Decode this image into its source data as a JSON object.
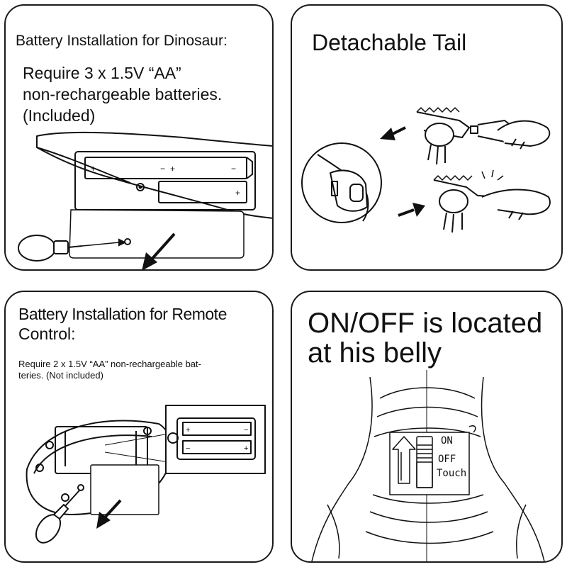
{
  "dinosaur_panel": {
    "title": "Battery Installation for Dinosaur:",
    "line1": "Require 3 x 1.5V “AA”",
    "line2": "non-rechargeable batteries.",
    "line3": "(Included)"
  },
  "tail_panel": {
    "title": "Detachable Tail"
  },
  "remote_panel": {
    "title_line1": "Battery Installation for Remote",
    "title_line2": "Control:",
    "req_line1": "Require 2 x 1.5V “AA” non-rechargeable bat-",
    "req_line2": "teries. (Not included)"
  },
  "switch_panel": {
    "title_line1": "ON/OFF is located",
    "title_line2": "at his belly",
    "switch_on": "ON",
    "switch_off": "OFF",
    "switch_touch": "Touch"
  }
}
